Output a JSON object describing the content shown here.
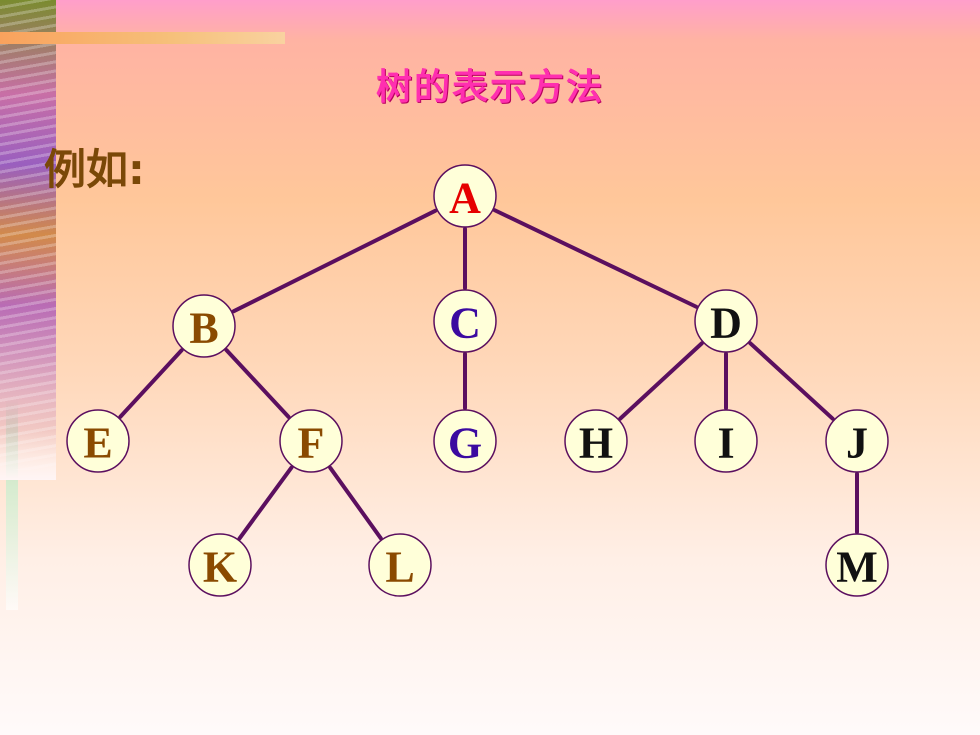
{
  "slide": {
    "title": "树的表示方法",
    "example_label": "例如:"
  },
  "colors": {
    "title": "#ff2fb0",
    "example": "#7a4808",
    "edge": "#5b0f5f",
    "node_fill": "#ffffd9"
  },
  "tree": {
    "nodes": [
      {
        "id": "A",
        "label": "A",
        "color": "#e60000"
      },
      {
        "id": "B",
        "label": "B",
        "color": "#8a4a00"
      },
      {
        "id": "C",
        "label": "C",
        "color": "#3b0aa0"
      },
      {
        "id": "D",
        "label": "D",
        "color": "#111111"
      },
      {
        "id": "E",
        "label": "E",
        "color": "#8a4a00"
      },
      {
        "id": "F",
        "label": "F",
        "color": "#8a4a00"
      },
      {
        "id": "G",
        "label": "G",
        "color": "#3b0aa0"
      },
      {
        "id": "H",
        "label": "H",
        "color": "#111111"
      },
      {
        "id": "I",
        "label": "I",
        "color": "#111111"
      },
      {
        "id": "J",
        "label": "J",
        "color": "#111111"
      },
      {
        "id": "K",
        "label": "K",
        "color": "#8a4a00"
      },
      {
        "id": "L",
        "label": "L",
        "color": "#8a4a00"
      },
      {
        "id": "M",
        "label": "M",
        "color": "#111111"
      }
    ],
    "edges": [
      [
        "A",
        "B"
      ],
      [
        "A",
        "C"
      ],
      [
        "A",
        "D"
      ],
      [
        "B",
        "E"
      ],
      [
        "B",
        "F"
      ],
      [
        "C",
        "G"
      ],
      [
        "D",
        "H"
      ],
      [
        "D",
        "I"
      ],
      [
        "D",
        "J"
      ],
      [
        "F",
        "K"
      ],
      [
        "F",
        "L"
      ],
      [
        "J",
        "M"
      ]
    ]
  }
}
